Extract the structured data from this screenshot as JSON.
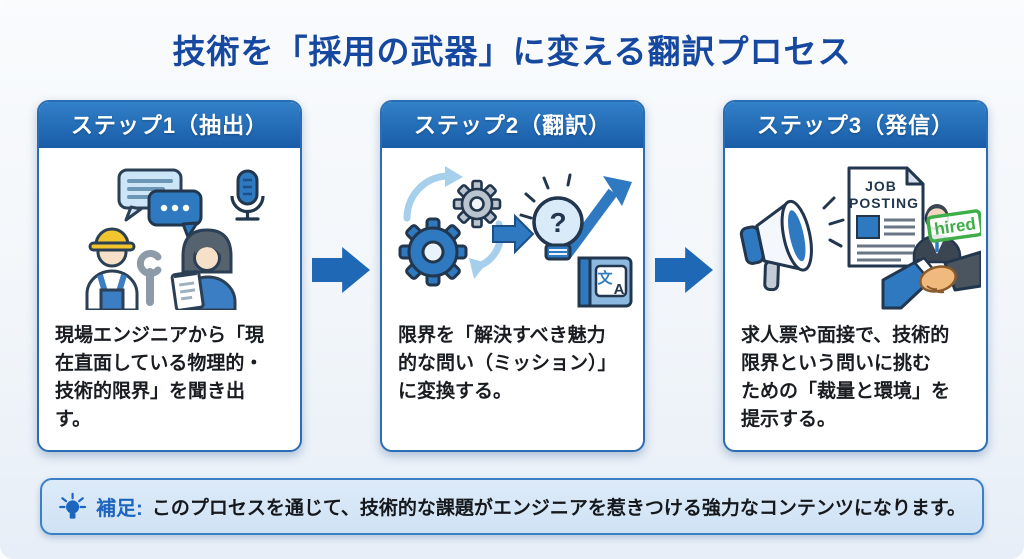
{
  "title": "技術を「採用の武器」に変える翻訳プロセス",
  "steps": [
    {
      "header": "ステップ1（抽出）",
      "description": "現場エンジニアから「現\n在直面している物理的・\n技術的限界」を聞き出\nす。"
    },
    {
      "header": "ステップ2（翻訳）",
      "description": "限界を「解決すべき魅力\n的な問い（ミッション）」\nに変換する。"
    },
    {
      "header": "ステップ3（発信）",
      "description": "求人票や面接で、技術的\n限界という問いに挑む\nための「裁量と環境」を\n提示する。"
    }
  ],
  "labels": {
    "question_mark": "?",
    "job_line1": "JOB",
    "job_line2": "POSTING",
    "hired": "hired",
    "translate_char1": "文",
    "translate_char2": "A"
  },
  "note": {
    "prefix": "補足:",
    "text": "このプロセスを通じて、技術的な課題がエンジニアを惹きつける強力なコンテンツになります。"
  },
  "colors": {
    "title_text": "#17489f",
    "accent_blue": "#1e68b5",
    "header_gradient_top": "#3180c8",
    "header_gradient_bottom": "#1a5ea9",
    "card_border": "#2a6db5",
    "note_background": "#d9e9f8",
    "note_border": "#3b7fc5",
    "note_prefix_text": "#1c64bd",
    "hired_green": "#3fae49",
    "hardhat_yellow": "#f2c52e",
    "body_text": "#191c20"
  }
}
